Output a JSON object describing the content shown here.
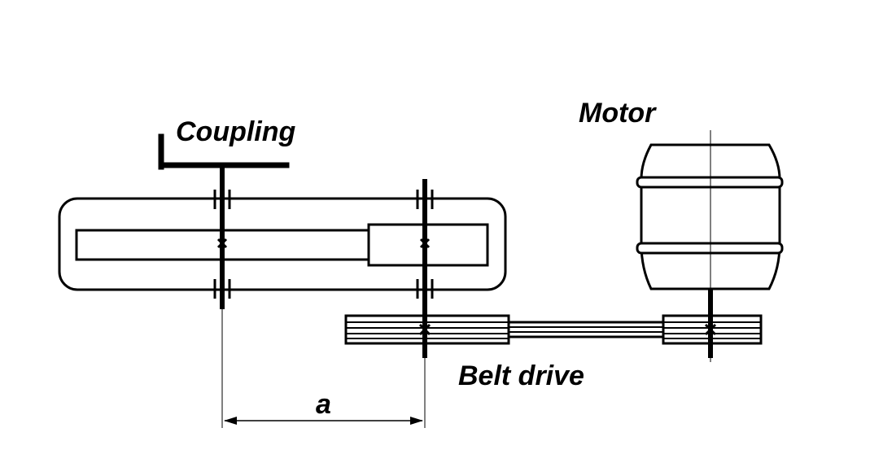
{
  "labels": {
    "coupling": "Coupling",
    "motor": "Motor",
    "belt_drive": "Belt drive",
    "distance": "a"
  },
  "colors": {
    "ink": "#000000",
    "paper": "#ffffff"
  }
}
